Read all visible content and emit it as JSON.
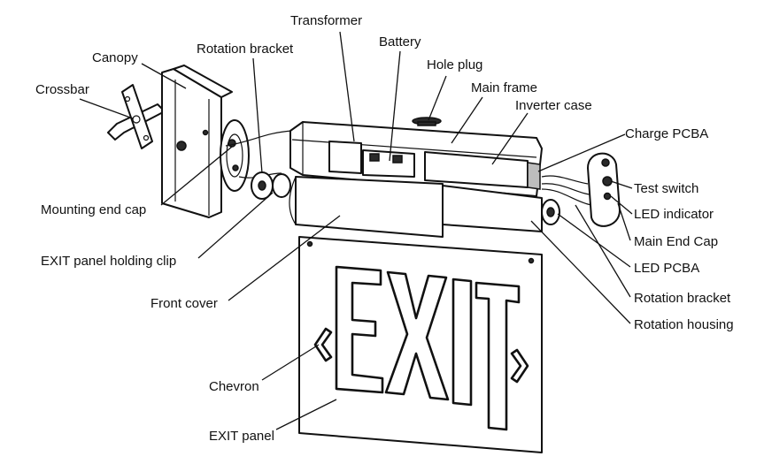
{
  "diagram": {
    "labels": {
      "transformer": "Transformer",
      "rotation_bracket_top": "Rotation bracket",
      "battery": "Battery",
      "canopy": "Canopy",
      "hole_plug": "Hole plug",
      "crossbar": "Crossbar",
      "main_frame": "Main frame",
      "inverter_case": "Inverter case",
      "charge_pcba": "Charge PCBA",
      "test_switch": "Test switch",
      "mounting_end_cap": "Mounting end cap",
      "led_indicator": "LED indicator",
      "main_end_cap": "Main End Cap",
      "exit_panel_holding_clip": "EXIT panel holding clip",
      "led_pcba": "LED PCBA",
      "rotation_bracket_right": "Rotation bracket",
      "front_cover": "Front cover",
      "rotation_housing": "Rotation housing",
      "chevron": "Chevron",
      "exit_panel": "EXIT panel"
    },
    "sign_text": "EXIT"
  }
}
